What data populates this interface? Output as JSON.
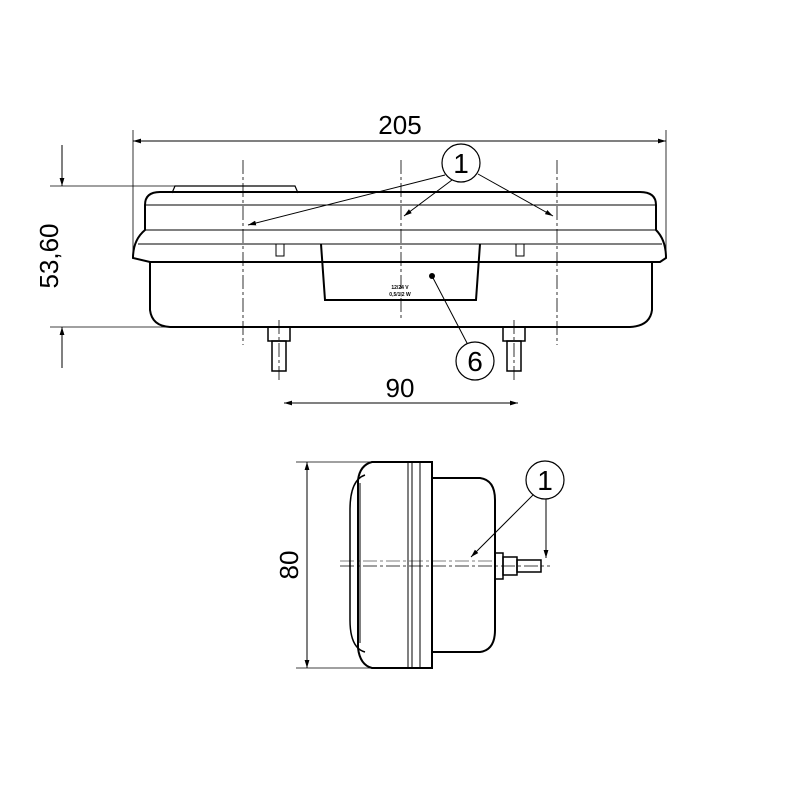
{
  "dimensions": {
    "width": "205",
    "height": "53,60",
    "stud_spacing": "90",
    "depth": "80"
  },
  "callouts": {
    "top_view_1": "1",
    "top_view_6": "6",
    "side_view_1": "1"
  },
  "label_plate": {
    "line1": "12/24 V",
    "line2": "0,5/1,2 W"
  }
}
